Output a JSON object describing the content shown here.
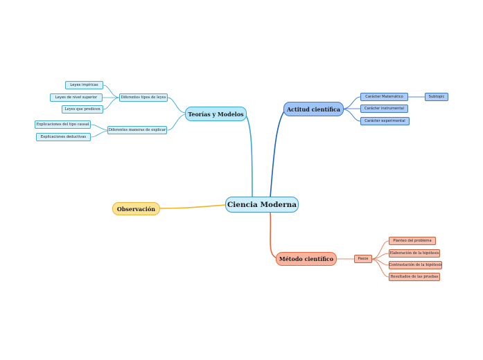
{
  "central": "Ciencia Moderna",
  "teorias": {
    "title": "Teorías y Modelos",
    "tipos_leyes": {
      "label": "Diferentes tipos de leyes",
      "items": [
        "Leyes impíricas",
        "Leyes de nivel superior",
        "Leyes que predicen"
      ]
    },
    "maneras": {
      "label": "Diferentes maneras de explicar",
      "items": [
        "Explicaciones del tipo causal",
        "Explicaciones deductivas"
      ]
    }
  },
  "actitud": {
    "title": "Actitud científica",
    "items": [
      "Carácter Matemático",
      "Carácter instrumental",
      "Carácter experimental"
    ],
    "subtopic": "Subtopic"
  },
  "observacion": {
    "title": "Observación"
  },
  "metodo": {
    "title": "Método científico",
    "pasos": "Pasos",
    "items": [
      "Planteo del problema",
      "Elaboración de la hipótesis",
      "Contrastación de la hipótesis",
      "Resultados de las pruebas"
    ]
  },
  "colors": {
    "teal": "#35a8d6",
    "blue": "#1c5fbf",
    "orange": "#e8643a",
    "yellow": "#f0b429"
  }
}
